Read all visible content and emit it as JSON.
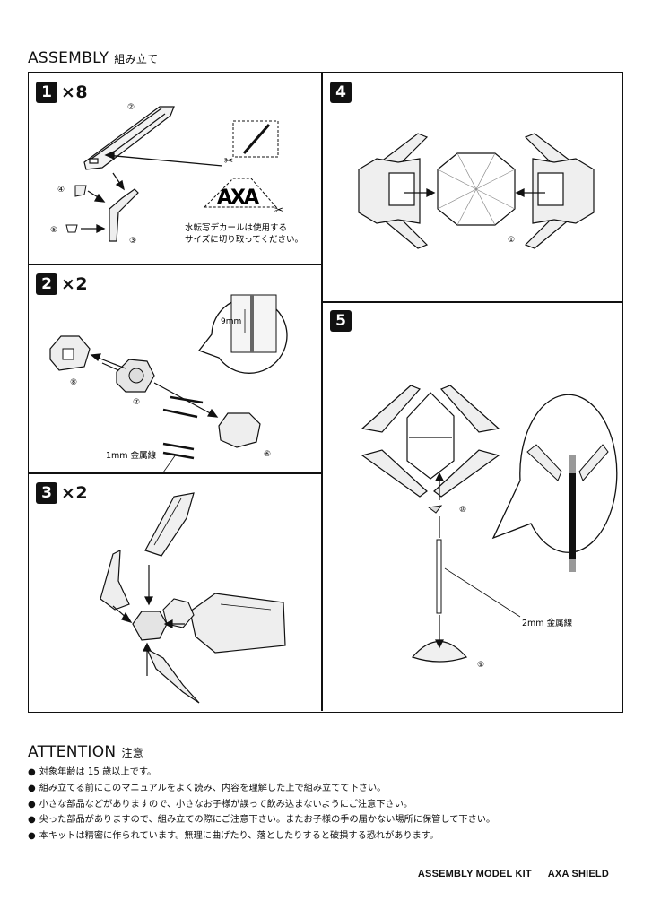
{
  "assembly": {
    "title": "ASSEMBLY",
    "subtitle": "組み立て"
  },
  "steps": [
    {
      "number": "1",
      "multiplier": "×8",
      "labels": [
        "②",
        "④",
        "⑤",
        "③"
      ],
      "decal_note_line1": "水転写デカールは使用する",
      "decal_note_line2": "サイズに切り取ってください。",
      "decal_logo": "AXA"
    },
    {
      "number": "2",
      "multiplier": "×2",
      "labels": [
        "⑧",
        "⑦",
        "⑥"
      ],
      "measurement": "9mm",
      "wire_label": "1mm 金属線"
    },
    {
      "number": "3",
      "multiplier": "×2"
    },
    {
      "number": "4",
      "multiplier": "",
      "labels": [
        "①"
      ]
    },
    {
      "number": "5",
      "multiplier": "",
      "labels": [
        "⑩",
        "⑨"
      ],
      "wire_label": "2mm 金属線"
    }
  ],
  "attention": {
    "title": "ATTENTION",
    "subtitle": "注意",
    "items": [
      "対象年齢は 15 歳以上です。",
      "組み立てる前にこのマニュアルをよく読み、内容を理解した上で組み立てて下さい。",
      "小さな部品などがありますので、小さなお子様が誤って飲み込まないようにご注意下さい。",
      "尖った部品がありますので、組み立ての際にご注意下さい。またお子様の手の届かない場所に保管して下さい。",
      "本キットは精密に作られています。無理に曲げたり、落としたりすると破損する恐れがあります。"
    ]
  },
  "footer": {
    "product_line": "ASSEMBLY MODEL KIT",
    "product_name": "AXA SHIELD"
  }
}
